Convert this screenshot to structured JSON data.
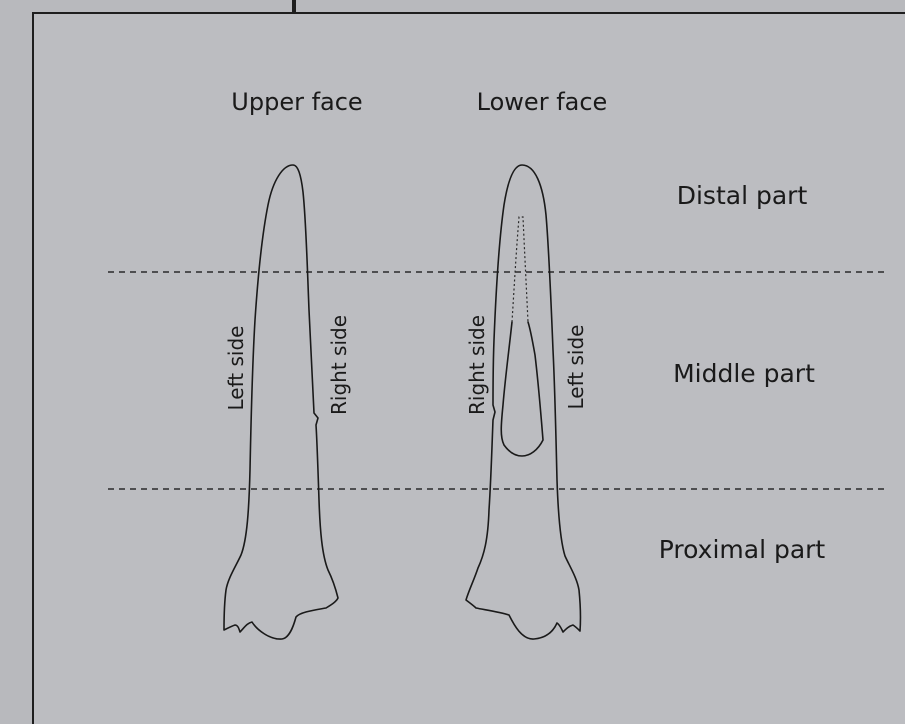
{
  "faces": {
    "upper": "Upper face",
    "lower": "Lower face"
  },
  "parts": {
    "distal": "Distal part",
    "middle": "Middle part",
    "proximal": "Proximal part"
  },
  "sides": {
    "upper_left": "Left side",
    "upper_right": "Right side",
    "lower_right": "Right side",
    "lower_left": "Left side"
  },
  "colors": {
    "background": "#bcbdc1",
    "line": "#1a1a1a"
  }
}
